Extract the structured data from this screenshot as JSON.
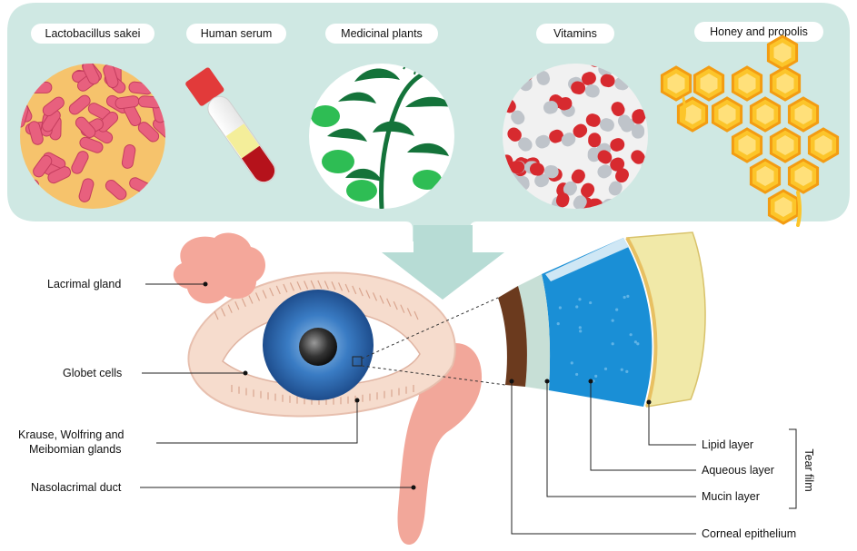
{
  "sources": {
    "items": [
      {
        "label": "Lactobacillus sakei",
        "icon": "bacteria-icon"
      },
      {
        "label": "Human serum",
        "icon": "blood-tube-icon"
      },
      {
        "label": "Medicinal plants",
        "icon": "plant-icon"
      },
      {
        "label": "Vitamins",
        "icon": "capsules-icon"
      },
      {
        "label": "Honey and propolis",
        "icon": "honeycomb-icon"
      }
    ]
  },
  "eye": {
    "labels": {
      "lacrimal_gland": "Lacrimal gland",
      "globet_cells": "Globet cells",
      "krause_line1": "Krause, Wolfring and",
      "krause_line2": "Meibomian glands",
      "nasolacrimal_duct": "Nasolacrimal duct"
    }
  },
  "tear_film": {
    "group_label": "Tear film",
    "layers": {
      "lipid": "Lipid layer",
      "aqueous": "Aqueous layer",
      "mucin": "Mucin layer",
      "epithelium": "Corneal epithelium"
    }
  },
  "colors": {
    "panel": "#cfe8e3",
    "lipid": "#f1e9a8",
    "aqueous": "#1a8fd6",
    "mucin": "#c7dfd6",
    "epithelium": "#6b3a1e",
    "eye_skin": "#f3d5c6",
    "iris": "#2f6fb7"
  }
}
